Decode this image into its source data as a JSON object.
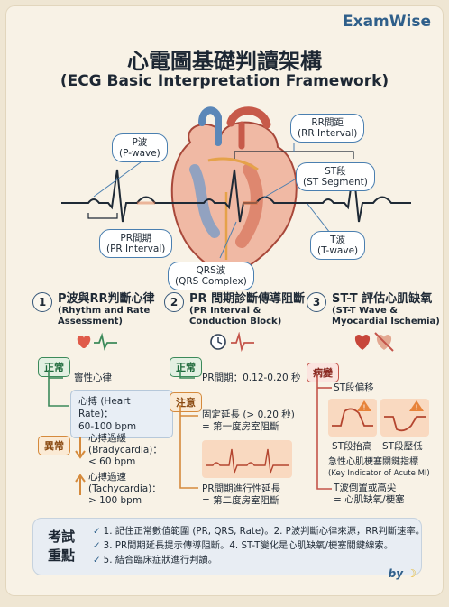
{
  "brand": "ExamWise",
  "title": "心電圖基礎判讀架構",
  "subtitle": "(ECG Basic Interpretation Framework)",
  "callouts": {
    "p_wave": [
      "P波",
      "(P-wave)"
    ],
    "pr_interval": [
      "PR間期",
      "(PR Interval)"
    ],
    "qrs": [
      "QRS波",
      "(QRS Complex)"
    ],
    "rr_interval": [
      "RR間距",
      "(RR Interval)"
    ],
    "st_segment": [
      "ST段",
      "(ST Segment)"
    ],
    "t_wave": [
      "T波",
      "(T-wave)"
    ]
  },
  "sections": [
    {
      "num": "1",
      "title": "P波與RR判斷心律",
      "sub1": "(Rhythm and Rate",
      "sub2": "Assessment)"
    },
    {
      "num": "2",
      "title": "PR 間期診斷傳導阻斷",
      "sub1": "(PR Interval &",
      "sub2": "Conduction Block)"
    },
    {
      "num": "3",
      "title": "ST-T 評估心肌缺氧",
      "sub1": "(ST-T Wave &",
      "sub2": "Myocardial Ischemia)"
    }
  ],
  "col1": {
    "normal_tag": "正常",
    "sinus": "竇性心律",
    "hr_line1": "心搏 (Heart Rate)：",
    "hr_line2": "60-100 bpm",
    "abnormal_tag": "異常",
    "brady": [
      "心搏過緩",
      "(Bradycardia)：",
      "< 60 bpm"
    ],
    "tachy": [
      "心搏過速",
      "(Tachycardia)：",
      "> 100 bpm"
    ]
  },
  "col2": {
    "normal_tag": "正常",
    "pr_normal": "PR間期：0.12-0.20 秒",
    "caution_tag": "注意",
    "fixed": [
      "固定延長 (> 0.20 秒)",
      "= 第一度房室阻斷"
    ],
    "progressive": [
      "PR間期進行性延長",
      "= 第二度房室阻斷"
    ]
  },
  "col3": {
    "lesion_tag": "病變",
    "st_shift": "ST段偏移",
    "elev": "ST段抬高",
    "depr": "ST段壓低",
    "ami": [
      "急性心肌梗塞關鍵指標",
      "(Key Indicator of Acute MI)"
    ],
    "twave": [
      "T波倒置或高尖",
      "= 心肌缺氧/梗塞"
    ]
  },
  "footer": {
    "title": "考試重點",
    "items": [
      "1. 記住正常數值範圍 (PR, QRS, Rate)。2. P波判斷心律來源，RR判斷速率。",
      "3. PR間期延長提示傳導阻斷。4. ST-T變化是心肌缺氧/梗塞關鍵線索。",
      "5. 結合臨床症狀進行判讀。"
    ]
  },
  "by": "by",
  "colors": {
    "accent": "#2f5f8a",
    "green": "#3c8a5a",
    "orange": "#d58a3c",
    "red": "#c4544a",
    "ecg": "#1f2a36"
  }
}
